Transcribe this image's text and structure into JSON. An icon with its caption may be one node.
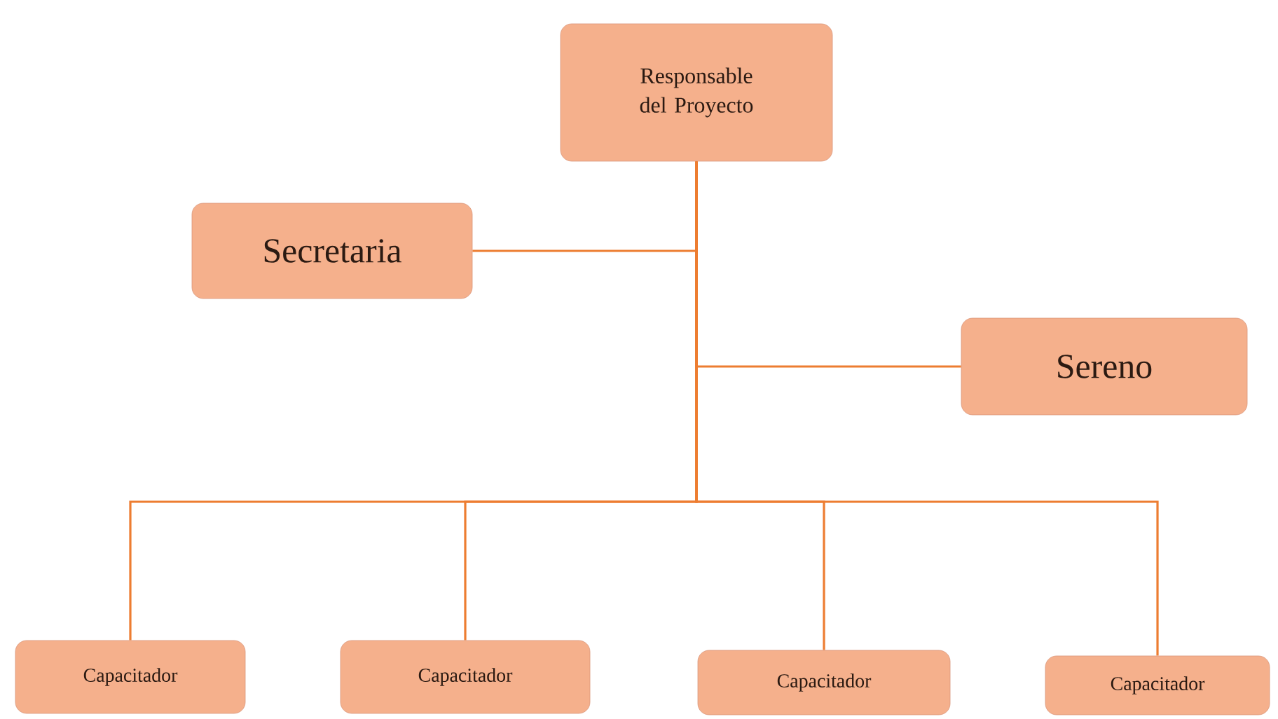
{
  "diagram": {
    "nodes": [
      {
        "text": [
          "Responsable del Proyecto"
        ]
      },
      {
        "text": [
          "Secretaria"
        ]
      },
      {
        "text": [
          "Sereno"
        ]
      },
      {
        "text": [
          "Capacitador"
        ]
      },
      {
        "text": [
          "Capacitador"
        ]
      },
      {
        "text": [
          "Capacitador"
        ]
      },
      {
        "text": [
          "Capacitador"
        ]
      }
    ],
    "edges": [
      {
        "from": 0,
        "to": 1,
        "arrow": "none"
      },
      {
        "from": 0,
        "to": 2,
        "arrow": "none"
      },
      {
        "from": 0,
        "to": 3,
        "arrow": "none"
      },
      {
        "from": 0,
        "to": 4,
        "arrow": "none"
      },
      {
        "from": 0,
        "to": 5,
        "arrow": "none"
      },
      {
        "from": 0,
        "to": 6,
        "arrow": "none"
      }
    ]
  }
}
